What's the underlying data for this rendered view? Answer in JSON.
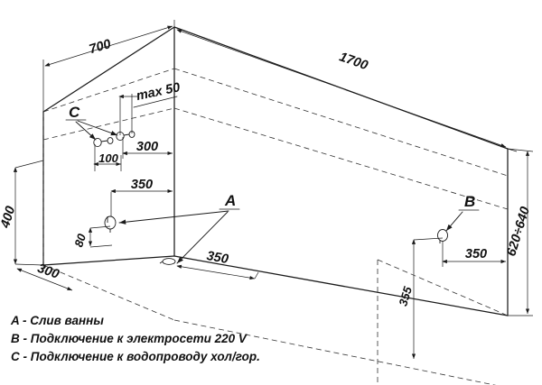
{
  "drawing": {
    "title": "Bathtub installation isometric drawing",
    "type": "isometric-technical-drawing",
    "units": "mm",
    "stroke_color": "#1a1a1a",
    "background_color": "#ffffff"
  },
  "dimensions": {
    "width_700": "700",
    "length_1700": "1700",
    "max_50": "max 50",
    "offset_300_top": "300",
    "offset_100": "100",
    "offset_350_upper": "350",
    "height_400": "400",
    "height_80": "80",
    "depth_300": "300",
    "drain_350": "350",
    "power_350": "350",
    "height_355": "355",
    "height_620_640": "620÷640"
  },
  "markers": {
    "a": "A",
    "b": "B",
    "c": "C"
  },
  "legend": {
    "items": [
      "A - Слив ванны",
      "B - Подключение к электросети 220 V",
      "C - Подключение к водопроводу хол/гор."
    ]
  }
}
